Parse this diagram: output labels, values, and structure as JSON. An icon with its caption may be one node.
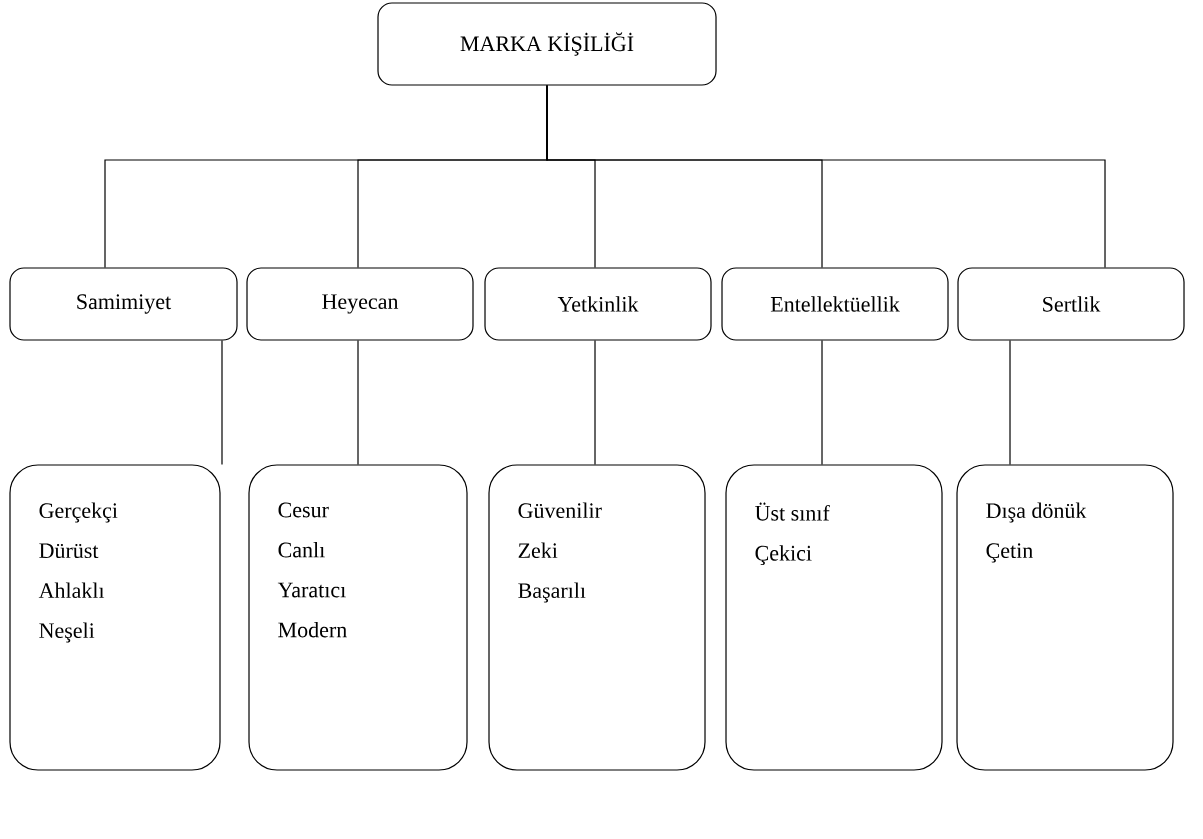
{
  "diagram": {
    "nodes": [
      {
        "text": [
          "MARKA KİŞİLİĞİ"
        ]
      },
      {
        "text": [
          "Samimiyet"
        ]
      },
      {
        "text": [
          "Heyecan"
        ]
      },
      {
        "text": [
          "Yetkinlik"
        ]
      },
      {
        "text": [
          "Entellektüellik"
        ]
      },
      {
        "text": [
          "Sertlik"
        ]
      },
      {
        "text": [
          "Gerçekçi",
          "Dürüst",
          "Ahlaklı",
          "Neşeli"
        ]
      },
      {
        "text": [
          "Cesur",
          "Canlı",
          "Yaratıcı",
          "Modern"
        ]
      },
      {
        "text": [
          "Güvenilir",
          "Zeki",
          "Başarılı"
        ]
      },
      {
        "text": [
          "Üst sınıf",
          "Çekici"
        ]
      },
      {
        "text": [
          "Dışa dönük",
          "Çetin"
        ]
      }
    ],
    "edges": [
      {
        "from": 0,
        "to": 1,
        "arrow": "none"
      },
      {
        "from": 0,
        "to": 2,
        "arrow": "none"
      },
      {
        "from": 0,
        "to": 3,
        "arrow": "none"
      },
      {
        "from": 0,
        "to": 4,
        "arrow": "none"
      },
      {
        "from": 0,
        "to": 5,
        "arrow": "none"
      },
      {
        "from": 1,
        "to": 6,
        "arrow": "none"
      },
      {
        "from": 2,
        "to": 7,
        "arrow": "none"
      },
      {
        "from": 3,
        "to": 8,
        "arrow": "none"
      },
      {
        "from": 4,
        "to": 9,
        "arrow": "none"
      },
      {
        "from": 5,
        "to": 10,
        "arrow": "none"
      }
    ]
  }
}
